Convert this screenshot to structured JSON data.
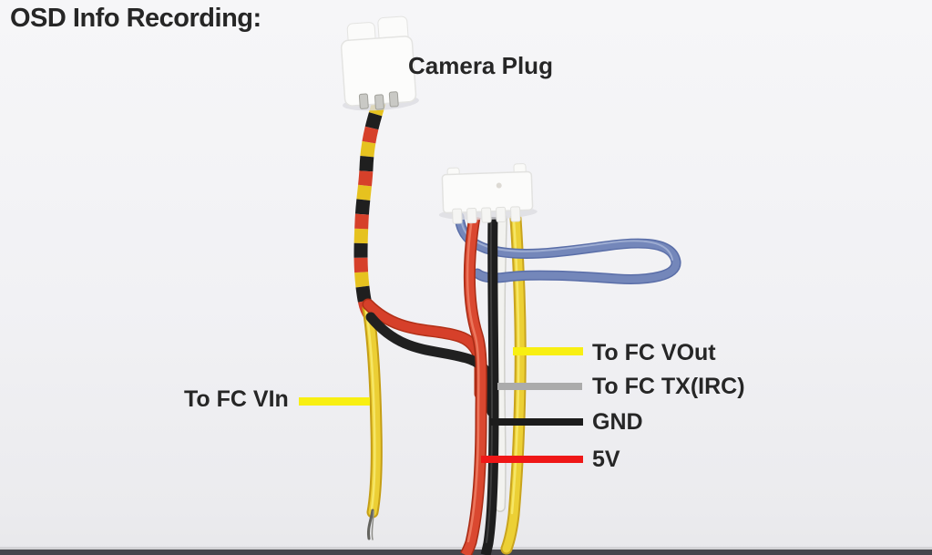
{
  "title": "OSD Info Recording:",
  "photo": {
    "camera_plug_label": "Camera Plug",
    "annotations": {
      "left": {
        "text": "To FC VIn",
        "wire": "camera-yellow-video-wire",
        "indicator_color": "#f8ef12"
      },
      "right": [
        {
          "text": "To FC VOut",
          "wire": "yellow-wire",
          "indicator_color": "#f8ef12"
        },
        {
          "text": "To FC TX(IRC)",
          "wire": "white-wire",
          "indicator_color": "#ababab"
        },
        {
          "text": "GND",
          "wire": "black-wire",
          "indicator_color": "#1c1c1c"
        },
        {
          "text": "5V",
          "wire": "red-wire",
          "indicator_color": "#ef1717"
        }
      ]
    },
    "wire_palette": {
      "yellow": "#ecd035",
      "red": "#da4830",
      "black": "#1e1e1e",
      "white": "#ededea",
      "blue": "#7487ba"
    },
    "text_color": "#262626"
  }
}
